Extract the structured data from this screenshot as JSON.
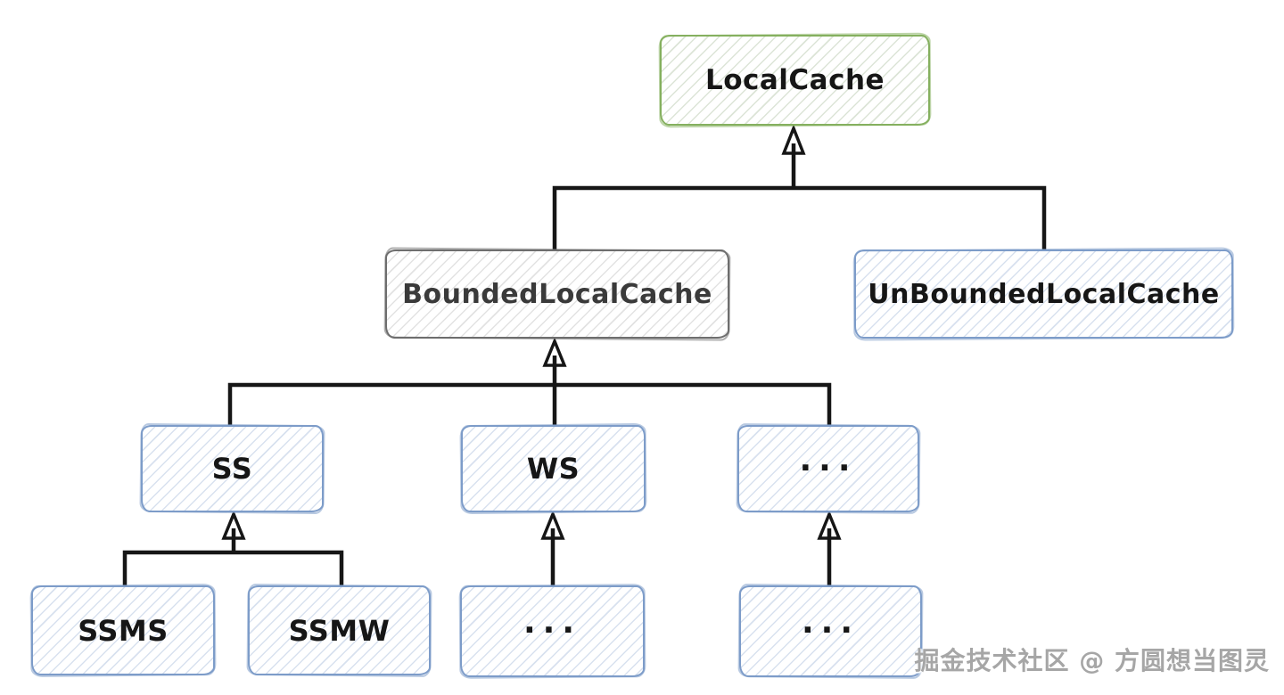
{
  "diagram": {
    "type": "class-inheritance-diagram",
    "nodes": {
      "localcache": {
        "label": "LocalCache",
        "color": "#85b05f"
      },
      "bounded": {
        "label": "BoundedLocalCache",
        "color": "#6e6e6e"
      },
      "unbounded": {
        "label": "UnBoundedLocalCache",
        "color": "#7d9cc9"
      },
      "ss": {
        "label": "SS",
        "color": "#7d9cc9"
      },
      "ws": {
        "label": "WS",
        "color": "#7d9cc9"
      },
      "dots_right": {
        "label": "...",
        "color": "#7d9cc9"
      },
      "ssms": {
        "label": "SSMS",
        "color": "#7d9cc9"
      },
      "ssmw": {
        "label": "SSMW",
        "color": "#7d9cc9"
      },
      "dots_bottom_mid": {
        "label": "...",
        "color": "#7d9cc9"
      },
      "dots_bottom_right": {
        "label": "...",
        "color": "#7d9cc9"
      }
    },
    "edges": [
      {
        "from": "BoundedLocalCache",
        "to": "LocalCache",
        "style": "hollow-triangle"
      },
      {
        "from": "UnBoundedLocalCache",
        "to": "LocalCache",
        "style": "hollow-triangle"
      },
      {
        "from": "SS",
        "to": "BoundedLocalCache",
        "style": "hollow-triangle"
      },
      {
        "from": "WS",
        "to": "BoundedLocalCache",
        "style": "hollow-triangle"
      },
      {
        "from": "...",
        "to": "BoundedLocalCache",
        "style": "hollow-triangle"
      },
      {
        "from": "SSMS",
        "to": "SS",
        "style": "hollow-triangle"
      },
      {
        "from": "SSMW",
        "to": "SS",
        "style": "hollow-triangle"
      },
      {
        "from": "...",
        "to": "WS",
        "style": "hollow-triangle"
      },
      {
        "from": "...",
        "to": "...",
        "style": "hollow-triangle"
      }
    ],
    "colors": {
      "green_border": "#85b05f",
      "gray_border": "#6e6e6e",
      "blue_border": "#7d9cc9",
      "connector": "#161616",
      "background": "#ffffff",
      "watermark_gray": "#a6a6a6"
    },
    "watermark": "掘金技术社区 @ 方圆想当图灵"
  }
}
